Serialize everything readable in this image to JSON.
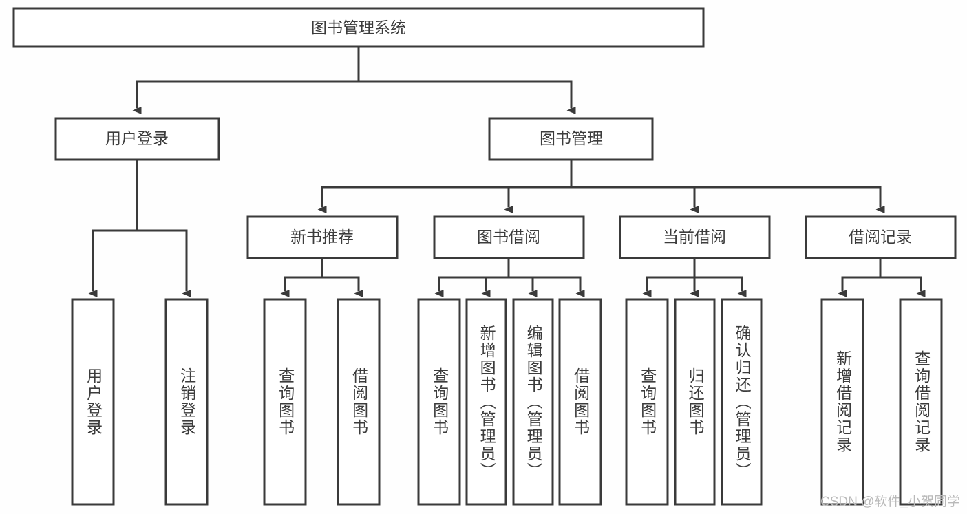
{
  "diagram": {
    "title": "图书管理系统",
    "type": "hierarchy-tree",
    "watermark": "CSDN @软件_小贺同学",
    "colors": {
      "stroke": "#3a3a3a",
      "box_fill": "#ffffff",
      "text": "#3c3c3c",
      "watermark": "#b9b9b9",
      "background": "#fefefe"
    },
    "levels": {
      "root": {
        "label": "图书管理系统"
      },
      "level2": [
        {
          "label": "用户登录"
        },
        {
          "label": "图书管理"
        }
      ],
      "level3": [
        {
          "label": "新书推荐"
        },
        {
          "label": "图书借阅"
        },
        {
          "label": "当前借阅"
        },
        {
          "label": "借阅记录"
        }
      ],
      "leaves": {
        "user_login": [
          {
            "label": "用户登录"
          },
          {
            "label": "注销登录"
          }
        ],
        "new_book_recommend": [
          {
            "label": "查询图书"
          },
          {
            "label": "借阅图书"
          }
        ],
        "book_borrow": [
          {
            "label": "查询图书"
          },
          {
            "label": "新增图书（管理员）"
          },
          {
            "label": "编辑图书（管理员）"
          },
          {
            "label": "借阅图书"
          }
        ],
        "current_borrow": [
          {
            "label": "查询图书"
          },
          {
            "label": "归还图书"
          },
          {
            "label": "确认归还（管理员）"
          }
        ],
        "borrow_record": [
          {
            "label": "新增借阅记录"
          },
          {
            "label": "查询借阅记录"
          }
        ]
      }
    }
  }
}
